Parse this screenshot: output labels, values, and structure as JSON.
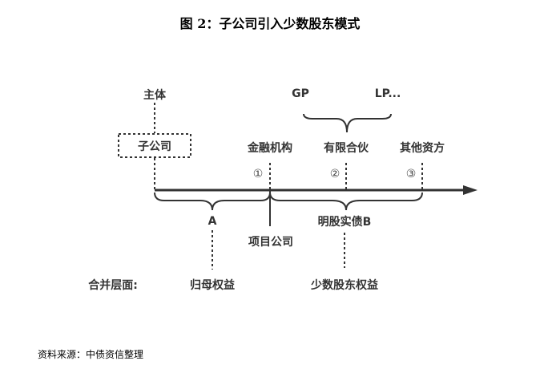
{
  "title": "图 2：子公司引入少数股东模式",
  "source": "资料来源：中债资信整理",
  "labels": {
    "subject": "主体",
    "subsidiary": "子公司",
    "gp": "GP",
    "lp": "LP...",
    "financial_institution": "金融机构",
    "limited_partnership": "有限合伙",
    "other_investors": "其他资方",
    "marker1": "①",
    "marker2": "②",
    "marker3": "③",
    "a": "A",
    "project_company": "项目公司",
    "b": "明股实债B",
    "consolidation_level": "合并层面:",
    "parent_equity": "归母权益",
    "minority_equity": "少数股东权益"
  }
}
